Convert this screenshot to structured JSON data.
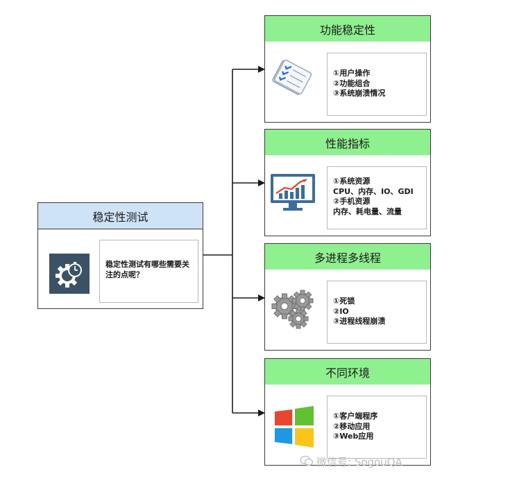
{
  "main": {
    "title": "稳定性测试",
    "question": "稳定性测试有哪些需要关注的点呢？",
    "icon": "gear-timer-icon"
  },
  "branches": [
    {
      "title": "功能稳定性",
      "icon": "checklist-icon",
      "items": [
        "①用户操作",
        "②功能组合",
        "③系统崩溃情况"
      ]
    },
    {
      "title": "性能指标",
      "icon": "monitor-chart-icon",
      "items": [
        "①系统资源",
        "CPU、内存、IO、GDI",
        "②手机资源",
        "内存、耗电量、流量"
      ]
    },
    {
      "title": "多进程多线程",
      "icon": "gears-icon",
      "items": [
        "①死锁",
        "②IO",
        "③进程线程崩溃"
      ]
    },
    {
      "title": "不同环境",
      "icon": "windows-logo-icon",
      "items": [
        "①客户端程序",
        "②移动应用",
        "③Web应用"
      ]
    }
  ],
  "watermark": "微信号: SogouQA",
  "colors": {
    "main_header": "#cfe3f7",
    "branch_header": "#8ef08e",
    "border": "#3a3a3a",
    "note_border": "#b8b8b8",
    "main_icon_bg": "#3b5166"
  }
}
